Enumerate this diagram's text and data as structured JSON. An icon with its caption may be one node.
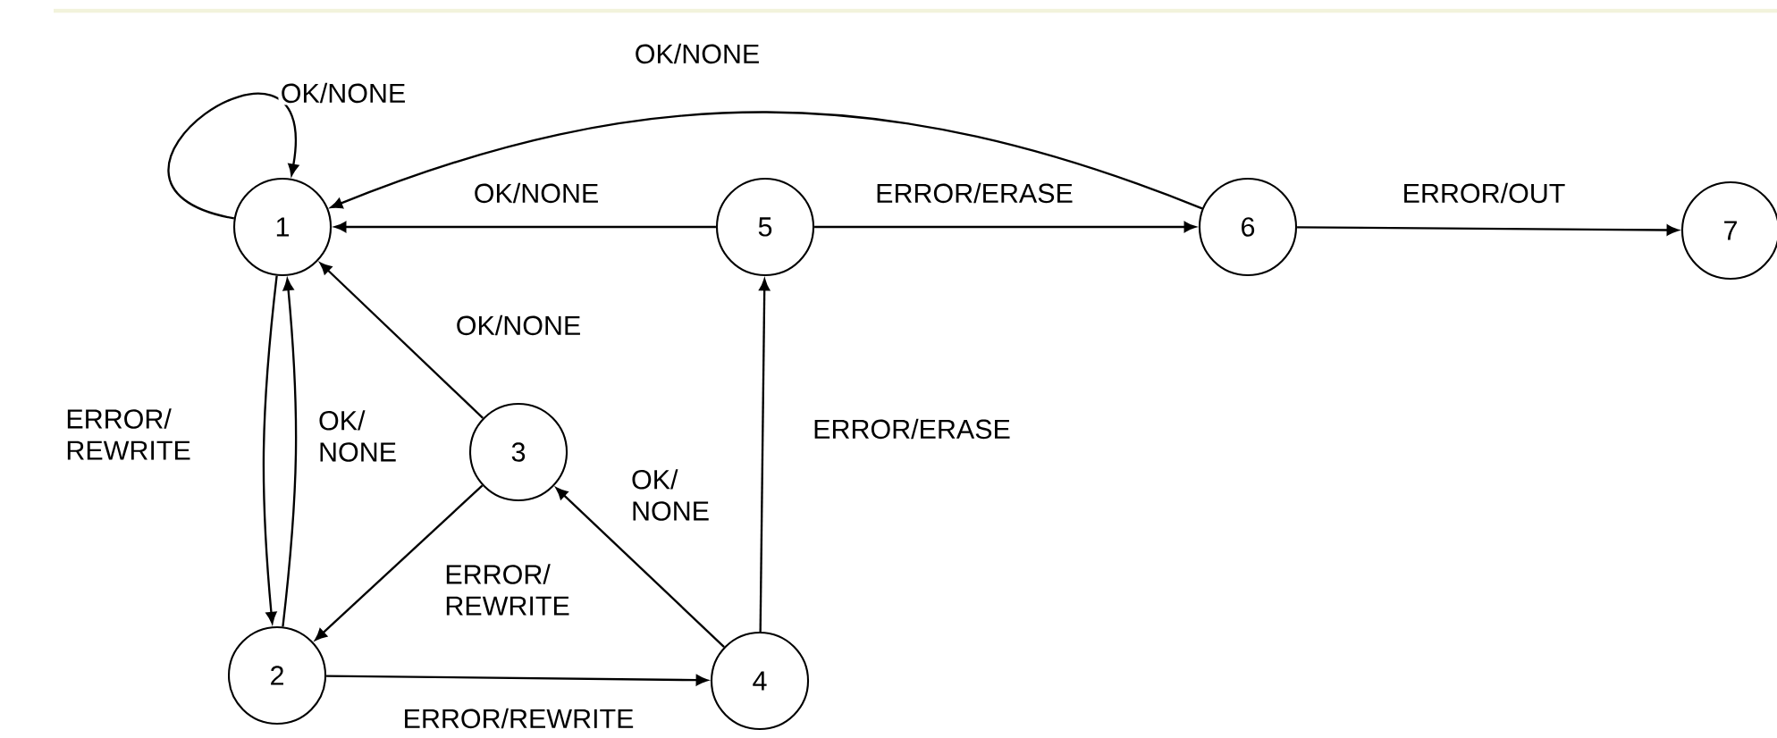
{
  "diagram": {
    "nodes": [
      {
        "text": [
          "1"
        ]
      },
      {
        "text": [
          "2"
        ]
      },
      {
        "text": [
          "3"
        ]
      },
      {
        "text": [
          "4"
        ]
      },
      {
        "text": [
          "5"
        ]
      },
      {
        "text": [
          "6"
        ]
      },
      {
        "text": [
          "7"
        ]
      }
    ],
    "edges": [
      {
        "from": 0,
        "to": 0,
        "arrow": "to",
        "label": "OK/NONE"
      },
      {
        "from": 5,
        "to": 0,
        "arrow": "to",
        "label": "OK/NONE"
      },
      {
        "from": 4,
        "to": 0,
        "arrow": "to",
        "label": "OK/NONE"
      },
      {
        "from": 4,
        "to": 5,
        "arrow": "to",
        "label": "ERROR/ERASE"
      },
      {
        "from": 5,
        "to": 6,
        "arrow": "to",
        "label": "ERROR/OUT"
      },
      {
        "from": 0,
        "to": 1,
        "arrow": "to",
        "label": "ERROR/ REWRITE"
      },
      {
        "from": 1,
        "to": 0,
        "arrow": "to",
        "label": "OK/ NONE"
      },
      {
        "from": 2,
        "to": 0,
        "arrow": "to",
        "label": "OK/NONE"
      },
      {
        "from": 2,
        "to": 1,
        "arrow": "to",
        "label": "ERROR/ REWRITE"
      },
      {
        "from": 3,
        "to": 2,
        "arrow": "to",
        "label": "OK/ NONE"
      },
      {
        "from": 1,
        "to": 3,
        "arrow": "to",
        "label": "ERROR/REWRITE"
      },
      {
        "from": 3,
        "to": 4,
        "arrow": "to",
        "label": "ERROR/ERASE"
      }
    ]
  }
}
